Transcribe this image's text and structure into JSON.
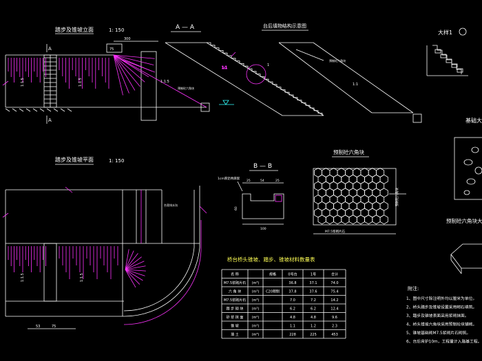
{
  "titles": {
    "elevation": "踏步及锥坡立面",
    "elevation_scale": "1: 150",
    "section_aa": "A — A",
    "backfill": "台后填物结构示意图",
    "detail1": "大样1",
    "plan": "踏步及锥坡平面",
    "plan_scale": "1: 150",
    "section_bb": "B — B",
    "hex_block": "预制砼六角块",
    "hex_block_2": "预制砼六角块大",
    "table": "桥台桥头锥坡、踏步、锥坡材料数量表",
    "notes": "附注:",
    "foundation": "基础大样"
  },
  "marks": {
    "section_a": "A",
    "ratio_115": "1:1.5",
    "ratio_11": "1:1",
    "dim_300": "300",
    "dim_75": "75",
    "dim_53": "53",
    "dim_100": "100",
    "dim_25": "25",
    "dim_54": "54",
    "dim_60": "60",
    "bb_label": "1cm厚沥青麻絮",
    "mortar_label": "M7.5浆砌片石",
    "plan_label": "台背排水沟",
    "hex_label": "预制砼六角块"
  },
  "table": {
    "header": [
      "名 称",
      "",
      "规格",
      "0号台",
      "1号",
      "合计"
    ],
    "rows": [
      [
        "M7.5浆砌片石",
        "(m³)",
        "",
        "36.8",
        "37.1",
        "74.0"
      ],
      [
        "六 角 块",
        "(m³)",
        "C20预制",
        "37.8",
        "37.6",
        "75.4"
      ],
      [
        "M7.5浆砌片石",
        "(m³)",
        "",
        "7.0",
        "7.2",
        "14.2"
      ],
      [
        "踏 步 砌 块",
        "(m³)",
        "",
        "6.2",
        "6.2",
        "12.4"
      ],
      [
        "砂 浆 抹 面",
        "(m²)",
        "",
        "4.8",
        "4.8",
        "9.6"
      ],
      [
        "锥      坡",
        "(m³)",
        "",
        "1.1",
        "1.2",
        "2.3"
      ],
      [
        "填      土",
        "(m³)",
        "",
        "228",
        "225",
        "453"
      ]
    ]
  },
  "notes": [
    "1、图中尺寸除注明外均以厘米为单位。",
    "2、桥头踏步及锥坡设置采用砌石填筑。",
    "3、踏步及锥坡表面采用浆砌抹面。",
    "4、桥头锥坡六角块采用预制砼块铺砌。",
    "5、锥坡基础砌M7.5浆砌片石砌筑。",
    "6、台后背护10m，工程量计入路基工程。"
  ],
  "colors": {
    "background": "#000000",
    "text": "#ffffff",
    "magenta": "#ff33ff",
    "cyan": "#33ffff",
    "green": "#33ff33",
    "yellow": "#ffff55"
  }
}
